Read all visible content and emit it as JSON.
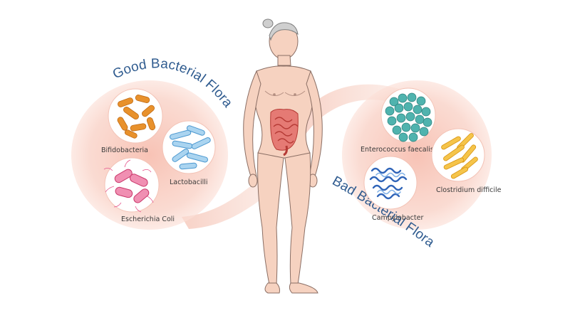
{
  "good_group": {
    "title": "Good Bacterial Flora",
    "items": [
      {
        "label": "Bifidobacteria",
        "icon": "orange-rod-bacteria-icon"
      },
      {
        "label": "Lactobacilli",
        "icon": "blue-rod-bacteria-icon"
      },
      {
        "label": "Escherichia Coli",
        "icon": "pink-flagellated-bacteria-icon"
      }
    ]
  },
  "bad_group": {
    "title": "Bad Bacterial Flora",
    "items": [
      {
        "label": "Enterococcus faecalis",
        "icon": "teal-cocci-bacteria-icon"
      },
      {
        "label": "Clostridium difficile",
        "icon": "yellow-rod-bacteria-icon"
      },
      {
        "label": "Campylobacter",
        "icon": "blue-spiral-bacteria-icon"
      }
    ]
  },
  "colors": {
    "title": "#2f5b8f",
    "halo": "#f7c9bd",
    "skin": "#f6d2c0",
    "skin_outline": "#8a6e64",
    "intestine": "#d9534f",
    "orange": "#e8912c",
    "blue_light": "#6fb2e0",
    "pink": "#e65a8f",
    "teal": "#3fa3a0",
    "yellow": "#f1b52a",
    "blue_dark": "#2f64b8"
  }
}
